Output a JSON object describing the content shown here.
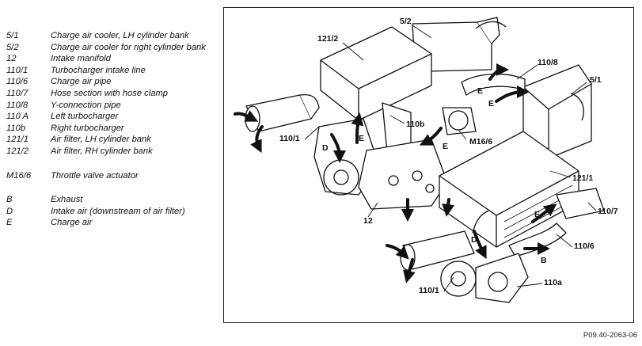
{
  "legend": [
    {
      "code": "5/1",
      "desc": "Charge air cooler, LH cylinder bank"
    },
    {
      "code": "5/2",
      "desc": "Charge air cooler for right cylinder bank"
    },
    {
      "code": "12",
      "desc": "Intake manifold"
    },
    {
      "code": "110/1",
      "desc": "Turbocharger intake line"
    },
    {
      "code": "110/6",
      "desc": "Charge air pipe"
    },
    {
      "code": "110/7",
      "desc": "Hose section with hose clamp"
    },
    {
      "code": "110/8",
      "desc": "Y-connection pipe"
    },
    {
      "code": "110 A",
      "desc": "Left turbocharger"
    },
    {
      "code": "110b",
      "desc": "Right turbocharger"
    },
    {
      "code": "121/1",
      "desc": "Air filter, LH cylinder bank"
    },
    {
      "code": "121/2",
      "desc": "Air filter, RH cylinder bank"
    },
    {
      "code": "M16/6",
      "desc": "Throttle valve actuator"
    },
    {
      "code": "B",
      "desc": "Exhaust"
    },
    {
      "code": "D",
      "desc": "Intake air (downstream of air filter)"
    },
    {
      "code": "E",
      "desc": "Charge air"
    }
  ],
  "callouts": {
    "c_5_2": "5/2",
    "c_121_2": "121/2",
    "c_110_8": "110/8",
    "c_5_1": "5/1",
    "c_110_1_top": "110/1",
    "c_110b": "110b",
    "c_m16_6": "M16/6",
    "c_121_1": "121/1",
    "c_12": "12",
    "c_110_7": "110/7",
    "c_110_6": "110/6",
    "c_110_1_bottom": "110/1",
    "c_110a": "110a",
    "flow_e_1": "E",
    "flow_e_2": "E",
    "flow_e_3": "E",
    "flow_e_4": "E",
    "flow_e_5": "E",
    "flow_d_1": "D",
    "flow_d_2": "D",
    "flow_b": "B"
  },
  "reference": "P09.40-2063-06"
}
